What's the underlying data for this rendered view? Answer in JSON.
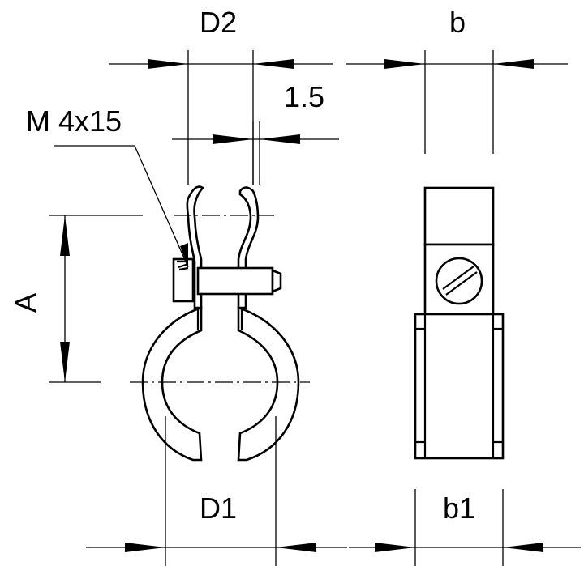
{
  "labels": {
    "d2": "D2",
    "b": "b",
    "gap": "1.5",
    "screw": "M 4x15",
    "a": "A",
    "d1": "D1",
    "b1": "b1"
  }
}
